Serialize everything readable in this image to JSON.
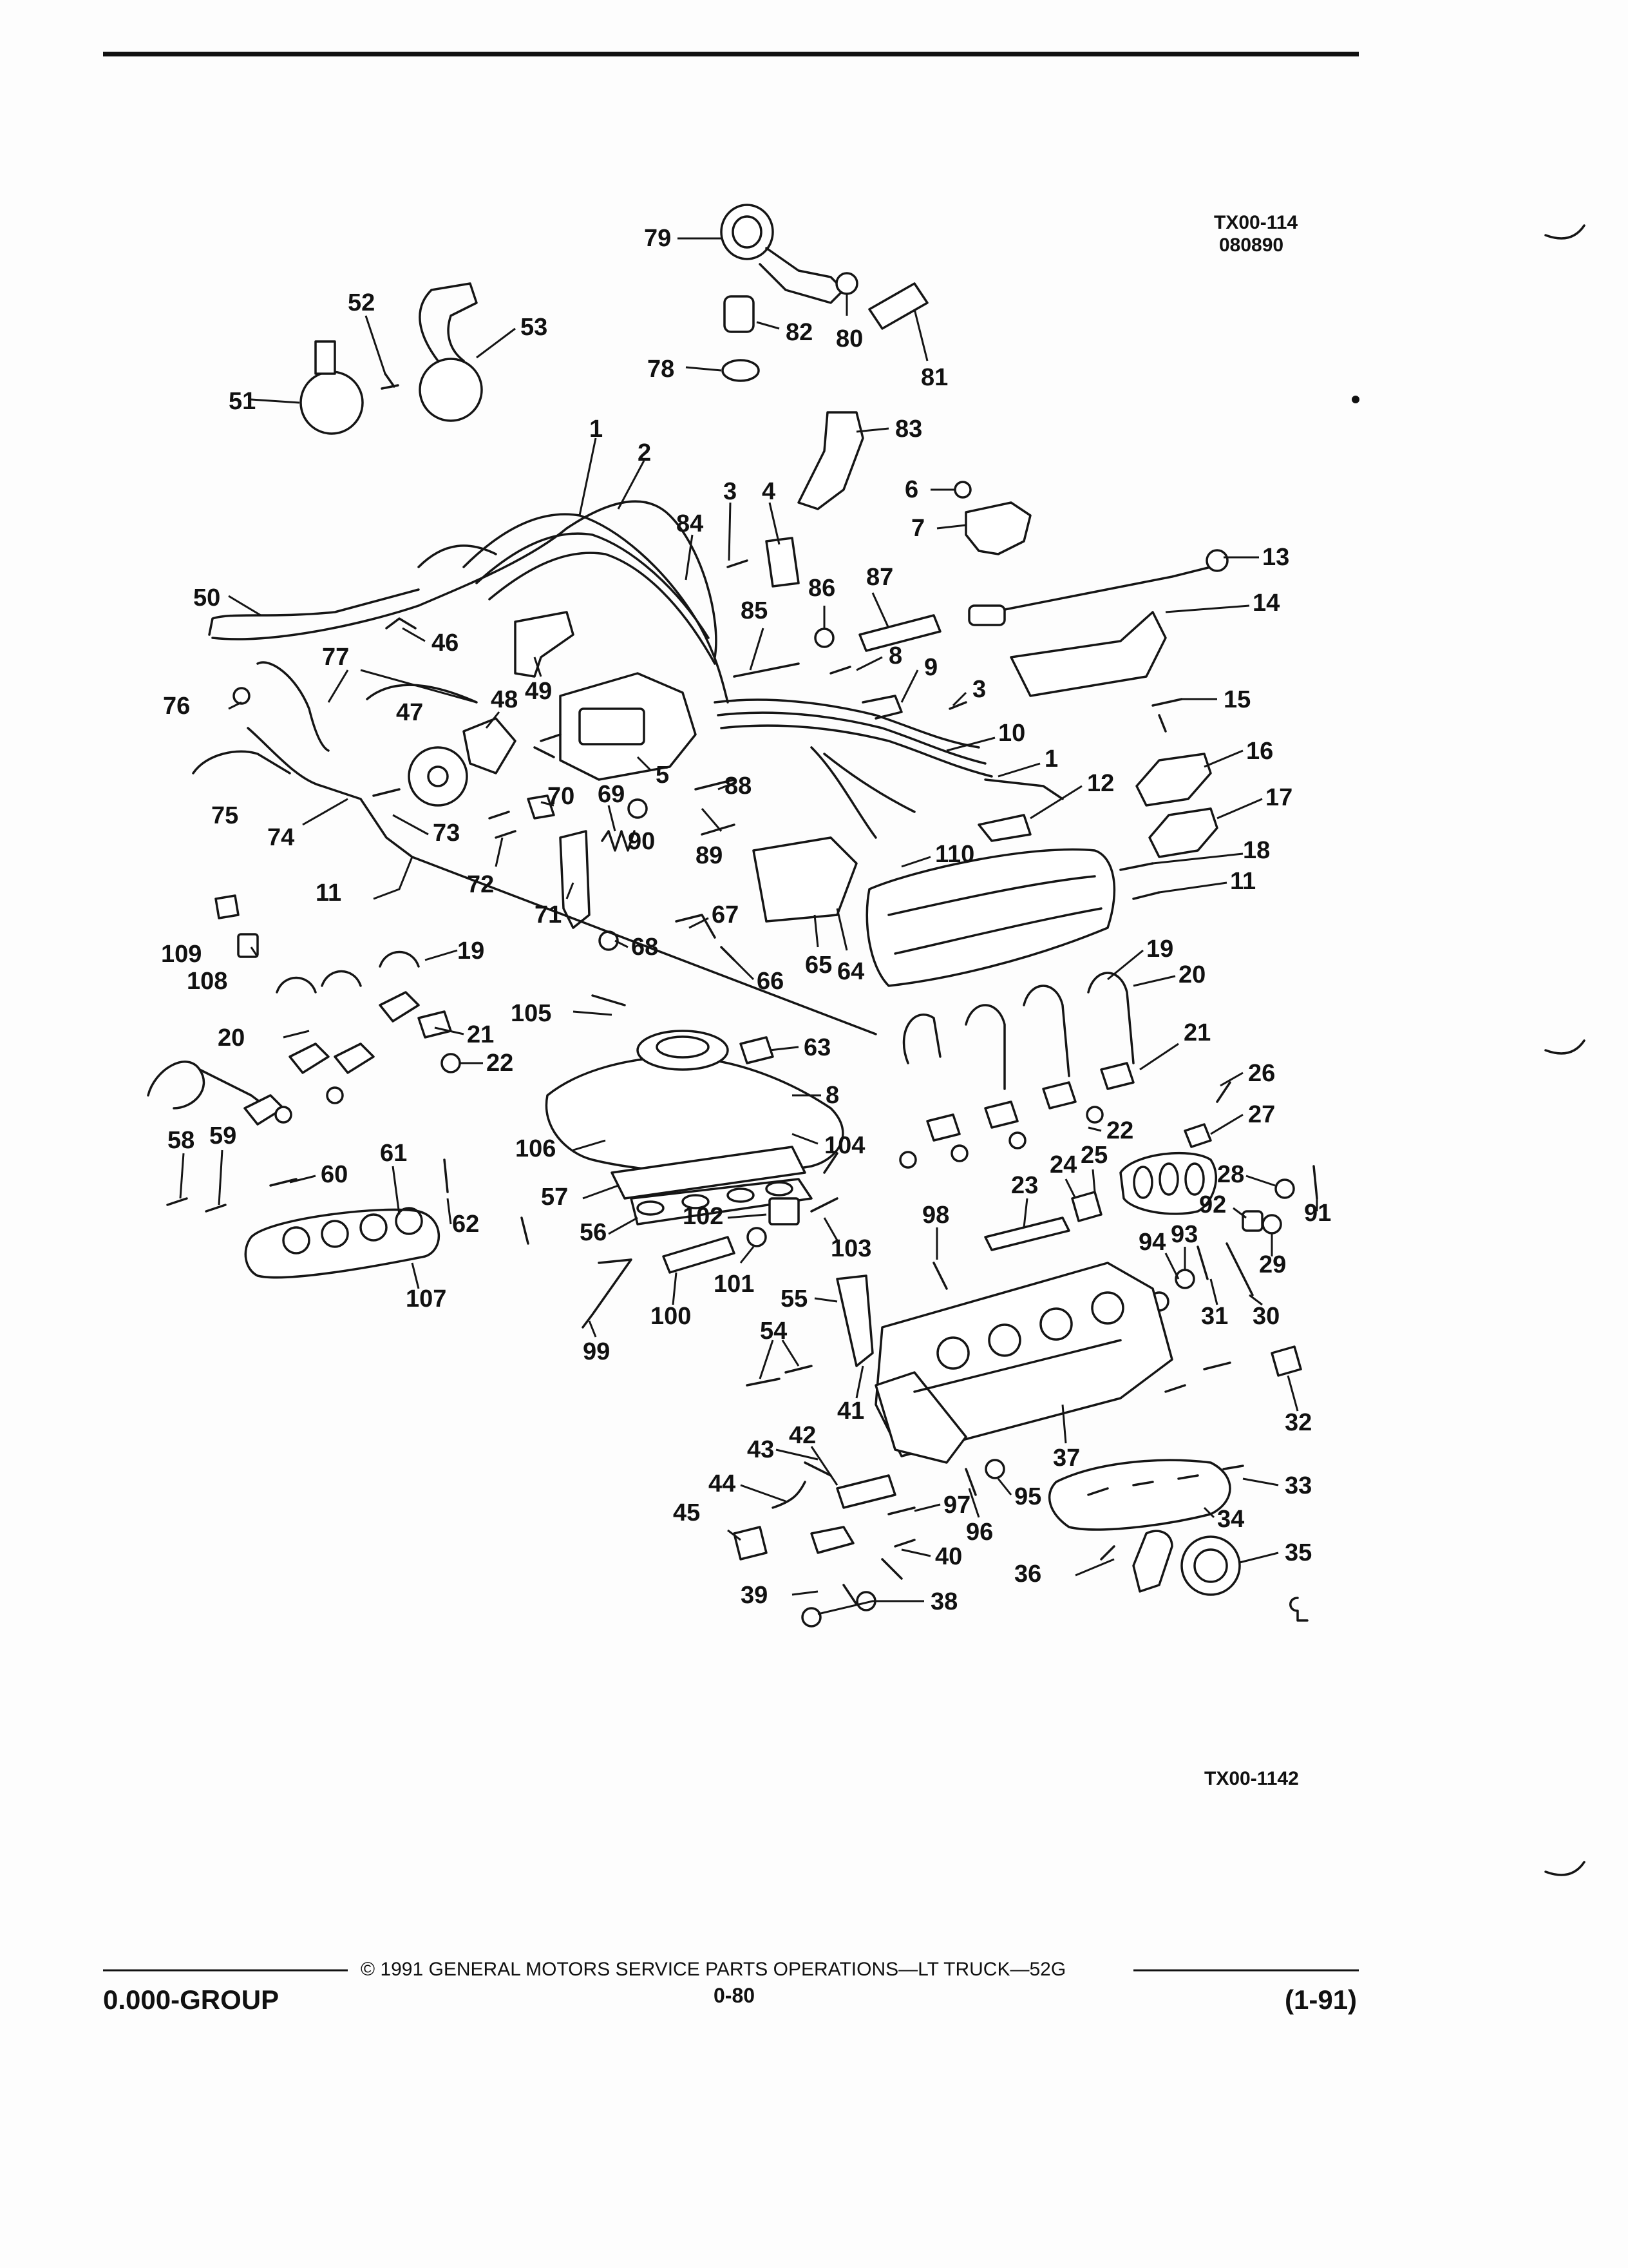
{
  "header": {
    "codes": [
      "TX00-114",
      "080890"
    ]
  },
  "figure": {
    "id": "TX00-1142"
  },
  "footer": {
    "copyright": "© 1991 GENERAL MOTORS SERVICE PARTS OPERATIONS—LT TRUCK—52G",
    "group": "0.000-GROUP",
    "page_number": "0-80",
    "date": "(1-91)"
  },
  "callouts": [
    "79",
    "82",
    "80",
    "81",
    "78",
    "52",
    "53",
    "51",
    "83",
    "1",
    "2",
    "3",
    "4",
    "84",
    "6",
    "7",
    "13",
    "50",
    "46",
    "86",
    "87",
    "85",
    "14",
    "77",
    "76",
    "49",
    "8",
    "9",
    "3",
    "48",
    "47",
    "15",
    "10",
    "5",
    "75",
    "88",
    "1",
    "16",
    "12",
    "70",
    "69",
    "17",
    "74",
    "73",
    "90",
    "89",
    "72",
    "18",
    "11",
    "110",
    "11",
    "71",
    "67",
    "109",
    "65",
    "64",
    "68",
    "66",
    "108",
    "19",
    "19",
    "20",
    "105",
    "21",
    "20",
    "63",
    "21",
    "22",
    "8",
    "26",
    "58",
    "59",
    "60",
    "61",
    "106",
    "104",
    "22",
    "27",
    "24",
    "25",
    "57",
    "28",
    "62",
    "102",
    "23",
    "92",
    "91",
    "56",
    "103",
    "98",
    "94",
    "93",
    "29",
    "101",
    "107",
    "100",
    "31",
    "30",
    "55",
    "99",
    "54",
    "41",
    "32",
    "37",
    "43",
    "42",
    "33",
    "44",
    "95",
    "97",
    "96",
    "34",
    "45",
    "40",
    "35",
    "36",
    "39",
    "38"
  ]
}
